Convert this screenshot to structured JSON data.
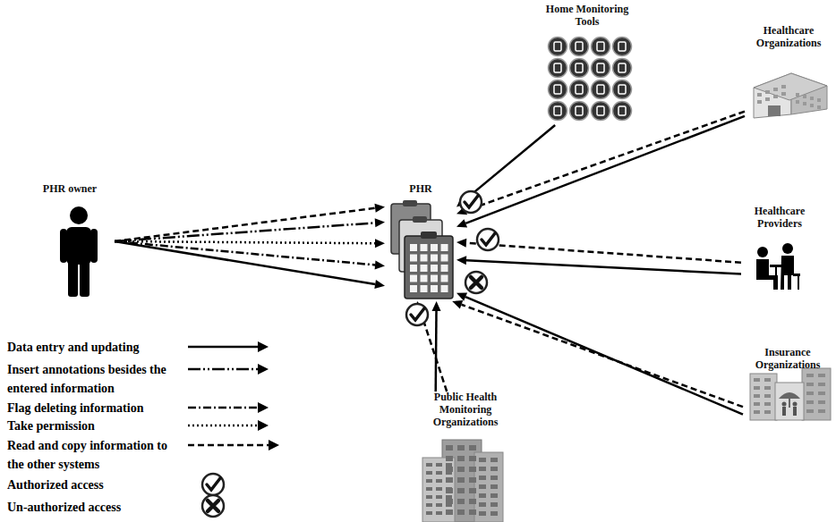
{
  "diagram": {
    "nodes": [
      {
        "text": [
          "Home Monitoring Tools"
        ]
      },
      {
        "text": [
          "Healthcare Organizations"
        ]
      },
      {
        "text": [
          "PHR owner"
        ]
      },
      {
        "text": [
          "PHR"
        ]
      },
      {
        "text": [
          "Healthcare Providers"
        ]
      },
      {
        "text": [
          "Insurance Organizations"
        ]
      },
      {
        "text": [
          "Public Health Monitoring Organizations"
        ]
      }
    ],
    "edges": [
      {
        "from": 2,
        "to": 3,
        "arrow": "to"
      },
      {
        "from": 2,
        "to": 3,
        "arrow": "to"
      },
      {
        "from": 2,
        "to": 3,
        "arrow": "to"
      },
      {
        "from": 2,
        "to": 3,
        "arrow": "to"
      },
      {
        "from": 2,
        "to": 3,
        "arrow": "to"
      },
      {
        "from": 0,
        "to": 3,
        "arrow": "to"
      },
      {
        "from": 1,
        "to": 3,
        "arrow": "to"
      },
      {
        "from": 1,
        "to": 3,
        "arrow": "to"
      },
      {
        "from": 4,
        "to": 3,
        "arrow": "to"
      },
      {
        "from": 4,
        "to": 3,
        "arrow": "to"
      },
      {
        "from": 5,
        "to": 3,
        "arrow": "to"
      },
      {
        "from": 5,
        "to": 3,
        "arrow": "to"
      },
      {
        "from": 6,
        "to": 3,
        "arrow": "to"
      },
      {
        "from": 6,
        "to": 3,
        "arrow": "to"
      }
    ],
    "legend": [
      {
        "text": "Data entry and updating"
      },
      {
        "text": "Insert annotations besides the entered information"
      },
      {
        "text": "Flag deleting information"
      },
      {
        "text": "Take permission"
      },
      {
        "text": "Read and copy information to the other systems"
      },
      {
        "text": "Authorized access"
      },
      {
        "text": "Un-authorized access"
      }
    ]
  }
}
